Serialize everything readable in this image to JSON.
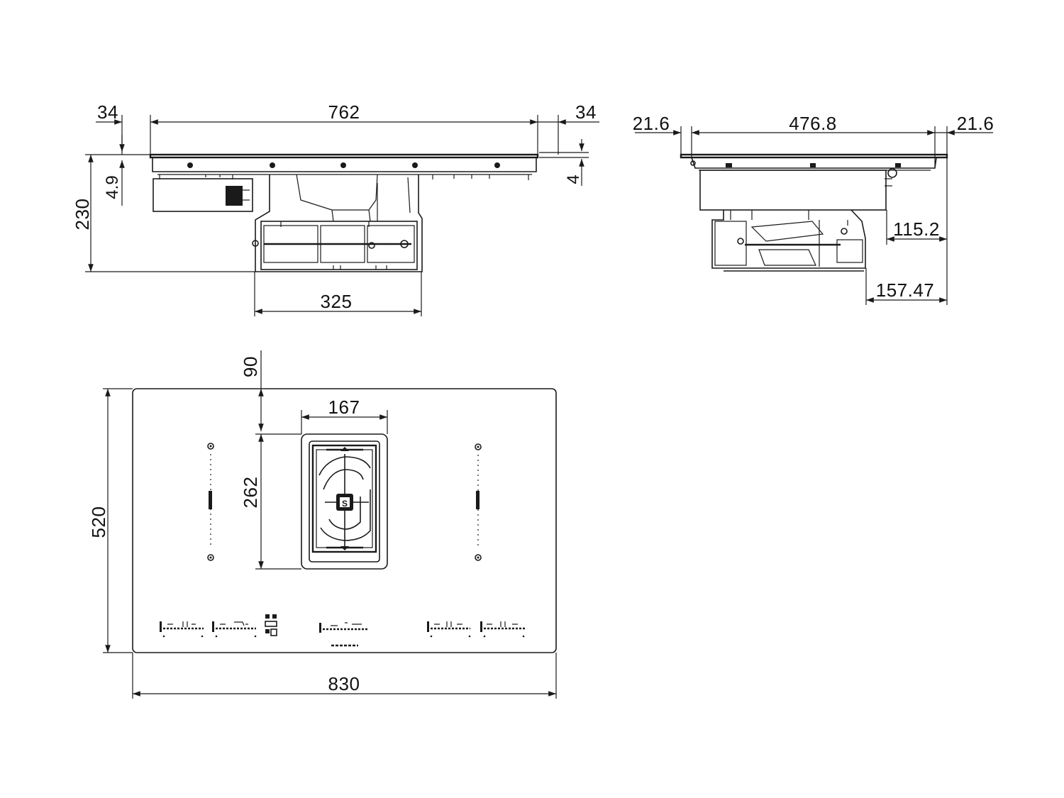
{
  "front_view": {
    "dim_left_overhang": "34",
    "dim_cutout_width": "762",
    "dim_right_overhang": "34",
    "dim_glass_thickness": "4.9",
    "dim_total_height": "230",
    "dim_flange": "4",
    "dim_motor_width": "325"
  },
  "side_view": {
    "dim_left_overhang": "21.6",
    "dim_cutout_depth": "476.8",
    "dim_right_overhang": "21.6",
    "dim_offset_a": "115.2",
    "dim_offset_b": "157.47"
  },
  "top_view": {
    "dim_front_offset": "90",
    "dim_vent_width": "167",
    "dim_vent_depth": "262",
    "dim_depth": "520",
    "dim_width": "830"
  }
}
